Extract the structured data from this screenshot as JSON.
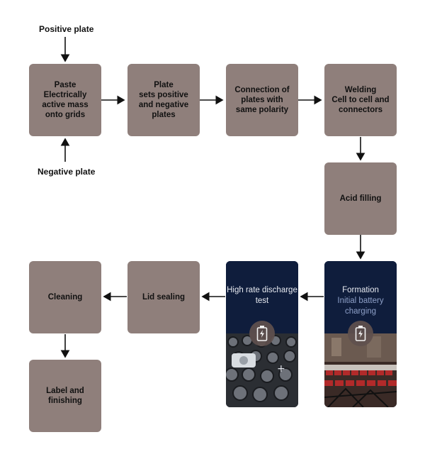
{
  "labels": {
    "positive": "Positive plate",
    "negative": "Negative plate"
  },
  "steps": {
    "paste": {
      "title": "Paste",
      "text": "Electrically active mass onto grids"
    },
    "plate": {
      "title": "Plate",
      "text": "sets positive and negative plates"
    },
    "connection": {
      "title": "Connection of plates with same polarity"
    },
    "welding": {
      "title": "Welding",
      "text": "Cell to cell and connectors"
    },
    "acid": {
      "title": "Acid filling"
    },
    "formation": {
      "title": "Formation",
      "text": "Initial battery charging"
    },
    "discharge": {
      "title": "High rate discharge test"
    },
    "lid": {
      "title": "Lid sealing"
    },
    "cleaning": {
      "title": "Cleaning"
    },
    "label": {
      "title": "Label and finishing"
    }
  },
  "icons": {
    "formation": "battery-charging-icon",
    "discharge": "battery-charging-icon"
  },
  "colors": {
    "box": "#8f7f7b",
    "dark_panel": "#0f1d3c",
    "accent_text": "#8ea0c8"
  }
}
